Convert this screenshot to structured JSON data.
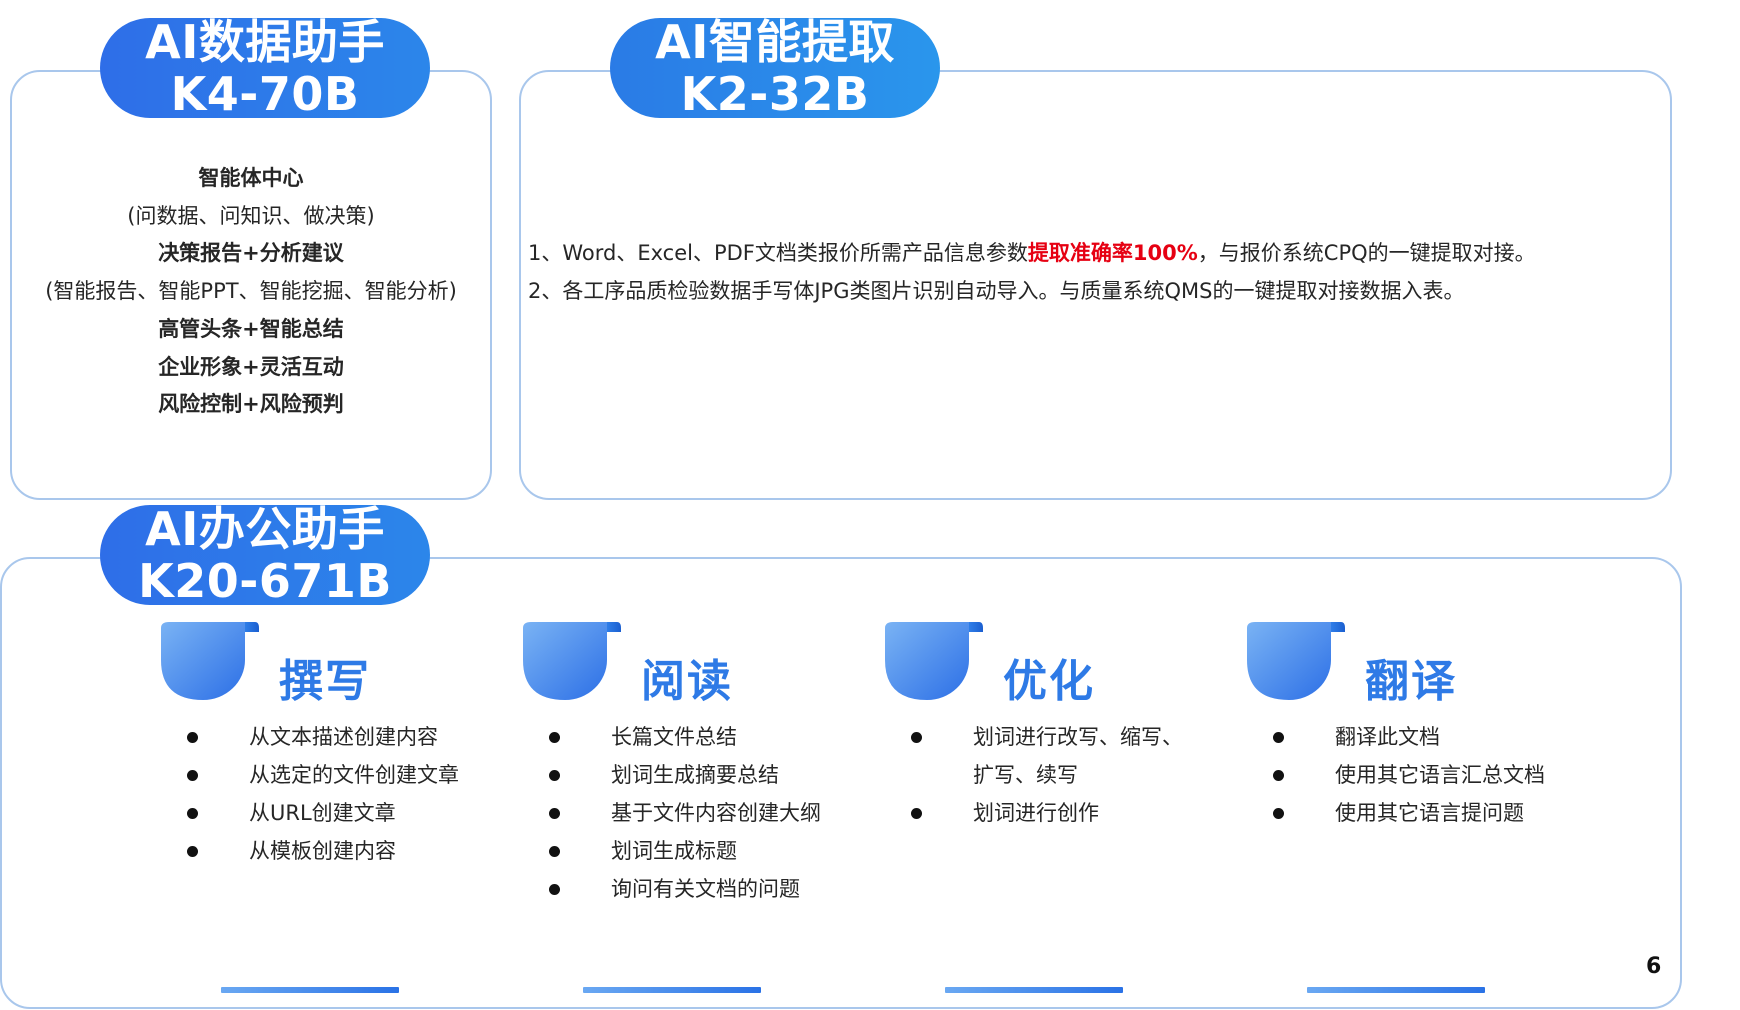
{
  "assistant": {
    "title": "AI数据助手",
    "model": "K4-70B",
    "lines": [
      "智能体中心",
      "(问数据、问知识、做决策)",
      "决策报告+分析建议",
      "(智能报告、智能PPT、智能挖掘、智能分析)",
      "高管头条+智能总结",
      "企业形象+灵活互动",
      "风险控制+风险预判"
    ]
  },
  "extraction": {
    "title": "AI智能提取",
    "model": "K2-32B",
    "line1_prefix": "1、Word、Excel、PDF文档类报价所需产品信息参数",
    "line1_highlight": "提取准确率100%",
    "line1_suffix": "，与报价系统CPQ的一键提取对接。",
    "line2": "2、各工序品质检验数据手写体JPG类图片识别自动导入。与质量系统QMS的一键提取对接数据入表。"
  },
  "office": {
    "title": "AI办公助手",
    "model": "K20-671B",
    "categories": [
      {
        "title": "撰写",
        "items": [
          "从文本描述创建内容",
          "从选定的文件创建文章",
          "从URL创建文章",
          "从模板创建内容"
        ]
      },
      {
        "title": "阅读",
        "items": [
          "长篇文件总结",
          "划词生成摘要总结",
          "基于文件内容创建大纲",
          "划词生成标题",
          "询问有关文档的问题"
        ]
      },
      {
        "title": "优化",
        "items": [
          "划词进行改写、缩写、",
          "扩写、续写",
          "划词进行创作"
        ]
      },
      {
        "title": "翻译",
        "items": [
          "翻译此文档",
          "使用其它语言汇总文档",
          "使用其它语言提问题"
        ]
      }
    ]
  },
  "page_number": "6",
  "colors": {
    "accent": "#2e7ae6",
    "border": "#a9c7ec",
    "highlight": "#e60012"
  }
}
